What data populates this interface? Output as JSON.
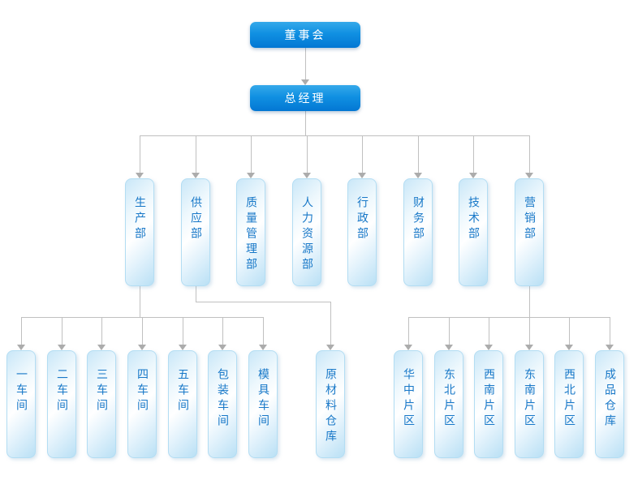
{
  "diagram_type": "org-chart",
  "colors": {
    "background": "#ffffff",
    "primary_node_gradient_top": "#35a9ea",
    "primary_node_gradient_bottom": "#0377d3",
    "primary_node_text": "#ffffff",
    "light_node_border": "#b3ddf3",
    "light_node_fill_edge": "#c9e7f8",
    "light_node_fill_center": "#ffffff",
    "light_node_text": "#1878c8",
    "connector_line": "#c0c0c0",
    "connector_arrow": "#acacac"
  },
  "org": {
    "root": {
      "name": "board",
      "label": "董事会"
    },
    "executive": {
      "name": "general-manager",
      "label": "总经理"
    },
    "departments": [
      {
        "name": "production-dept",
        "label": "生产部"
      },
      {
        "name": "supply-dept",
        "label": "供应部"
      },
      {
        "name": "quality-management-dept",
        "label": "质量管理部"
      },
      {
        "name": "human-resources-dept",
        "label": "人力资源部"
      },
      {
        "name": "admin-dept",
        "label": "行政部"
      },
      {
        "name": "finance-dept",
        "label": "财务部"
      },
      {
        "name": "technology-dept",
        "label": "技术部"
      },
      {
        "name": "marketing-dept",
        "label": "营销部"
      }
    ],
    "children": {
      "production-dept": [
        {
          "name": "workshop-1",
          "label": "一车间"
        },
        {
          "name": "workshop-2",
          "label": "二车间"
        },
        {
          "name": "workshop-3",
          "label": "三车间"
        },
        {
          "name": "workshop-4",
          "label": "四车间"
        },
        {
          "name": "workshop-5",
          "label": "五车间"
        },
        {
          "name": "packaging-workshop",
          "label": "包装车间"
        },
        {
          "name": "mold-workshop",
          "label": "模具车间"
        }
      ],
      "supply-dept": [
        {
          "name": "raw-material-warehouse",
          "label": "原材料仓库"
        }
      ],
      "marketing-dept": [
        {
          "name": "region-huazhong",
          "label": "华中片区"
        },
        {
          "name": "region-dongbei",
          "label": "东北片区"
        },
        {
          "name": "region-xinan",
          "label": "西南片区"
        },
        {
          "name": "region-dongnan",
          "label": "东南片区"
        },
        {
          "name": "region-xibei",
          "label": "西北片区"
        },
        {
          "name": "finished-goods-warehouse",
          "label": "成品仓库"
        }
      ]
    }
  }
}
